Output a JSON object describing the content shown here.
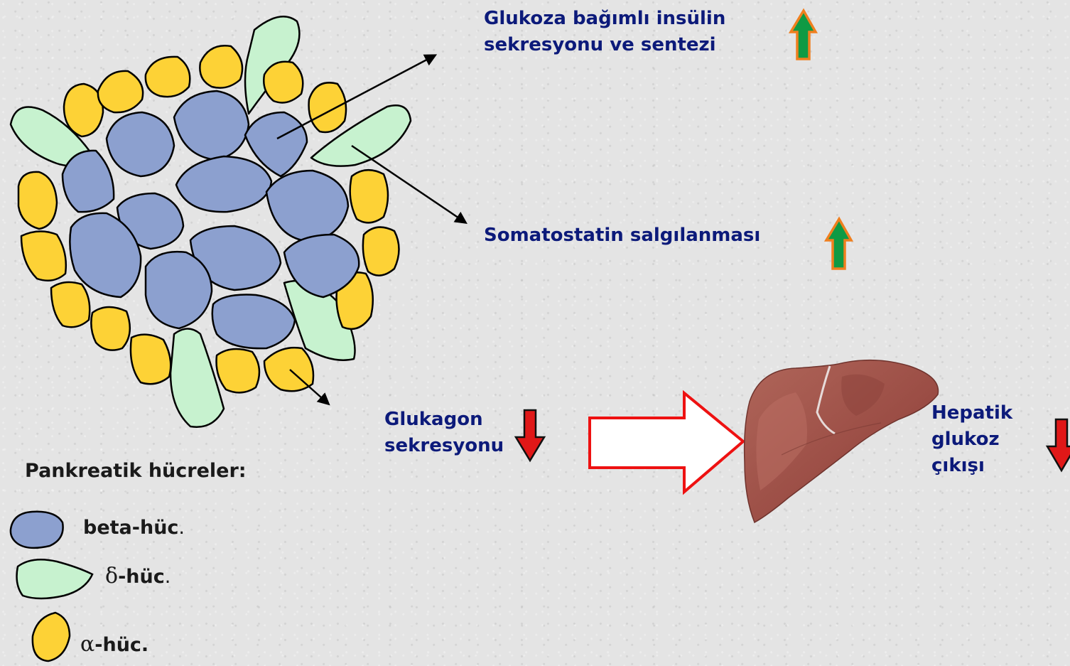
{
  "effects": {
    "insulin": {
      "line1": "Glukoza bağımlı insülin",
      "line2": "sekresyonu ve sentezi",
      "direction": "up"
    },
    "somatostatin": {
      "label": "Somatostatin salgılanması",
      "direction": "up"
    },
    "glucagon": {
      "line1": "Glukagon",
      "line2": "sekresyonu",
      "direction": "down"
    },
    "hepatic": {
      "line1": "Hepatik",
      "line2": "glukoz",
      "line3": "çıkışı",
      "direction": "down"
    }
  },
  "legend": {
    "title": "Pankreatik hücreler:",
    "beta": {
      "label": "beta-hüc",
      "suffix": "."
    },
    "delta": {
      "symbol": "δ",
      "label": "-hüc",
      "suffix": "."
    },
    "alpha": {
      "symbol": "α",
      "label": "-hüc",
      "suffix": "."
    }
  },
  "colors": {
    "beta_cell": "#8ca0cf",
    "delta_cell": "#c7f2cf",
    "alpha_cell": "#fdd236",
    "arrow_up_fill": "#0f9a44",
    "arrow_up_stroke": "#f07f1e",
    "arrow_down_fill": "#e01818",
    "arrow_down_stroke": "#111111",
    "big_arrow_stroke": "#ee1111",
    "liver": "#a6564c"
  }
}
